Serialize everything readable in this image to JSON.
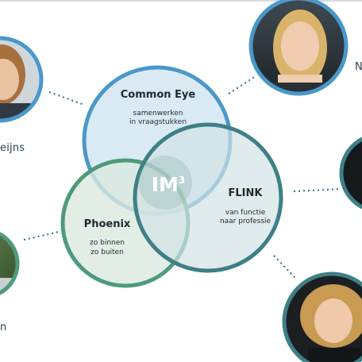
{
  "circles": {
    "common_eye": {
      "title": "Common Eye",
      "line1": "samenwerken",
      "line2": "in vraagstukken",
      "fill": "#d4e6f2",
      "stroke": "#4a98c9"
    },
    "phoenix": {
      "title": "Phoenix",
      "line1": "zo binnen",
      "line2": "zo buiten",
      "fill": "#dbe8e0",
      "stroke": "#4e9a7a"
    },
    "flink": {
      "title": "FLINK",
      "line1": "van functie",
      "line2": "naar professie",
      "fill": "#d2e2e4",
      "stroke": "#3f7f86"
    }
  },
  "center": {
    "label": "IM",
    "sup": "3"
  },
  "captions": {
    "left_top": "eijns",
    "right_top": "N",
    "left_bottom": "n"
  },
  "portraits": [
    {
      "name": "portrait-top-left",
      "ring": "#4a98c9"
    },
    {
      "name": "portrait-top-right",
      "ring": "#4a98c9"
    },
    {
      "name": "portrait-right-middle",
      "ring": "#3f7f86"
    },
    {
      "name": "portrait-left-bottom",
      "ring": "#4e9a7a"
    },
    {
      "name": "portrait-bottom-right",
      "ring": "#3f7f86"
    }
  ]
}
